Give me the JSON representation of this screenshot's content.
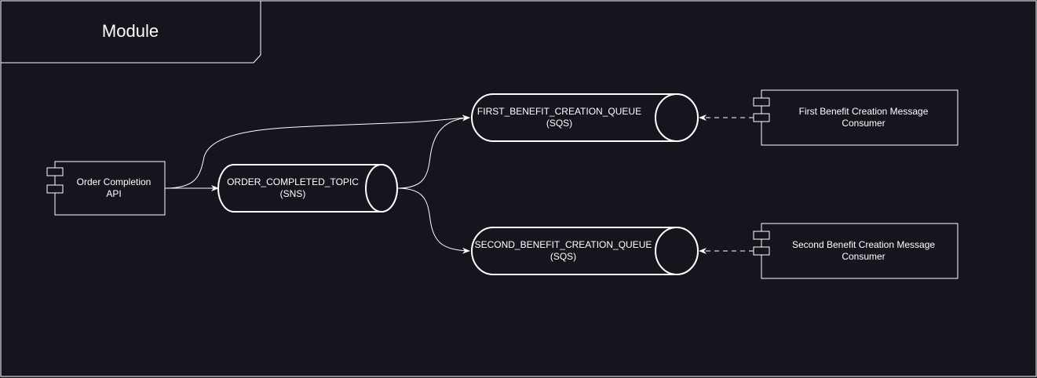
{
  "module": {
    "title": "Module"
  },
  "nodes": {
    "order_api": {
      "line1": "Order Completion",
      "line2": "API"
    },
    "topic": {
      "line1": "ORDER_COMPLETED_TOPIC",
      "line2": "(SNS)"
    },
    "queue1": {
      "line1": "FIRST_BENEFIT_CREATION_QUEUE",
      "line2": "(SQS)"
    },
    "queue2": {
      "line1": "SECOND_BENEFIT_CREATION_QUEUE",
      "line2": "(SQS)"
    },
    "consumer1": {
      "line1": "First Benefit Creation Message",
      "line2": "Consumer"
    },
    "consumer2": {
      "line1": "Second Benefit Creation Message",
      "line2": "Consumer"
    }
  },
  "colors": {
    "background": "#18141d",
    "stroke": "#ffffff"
  }
}
